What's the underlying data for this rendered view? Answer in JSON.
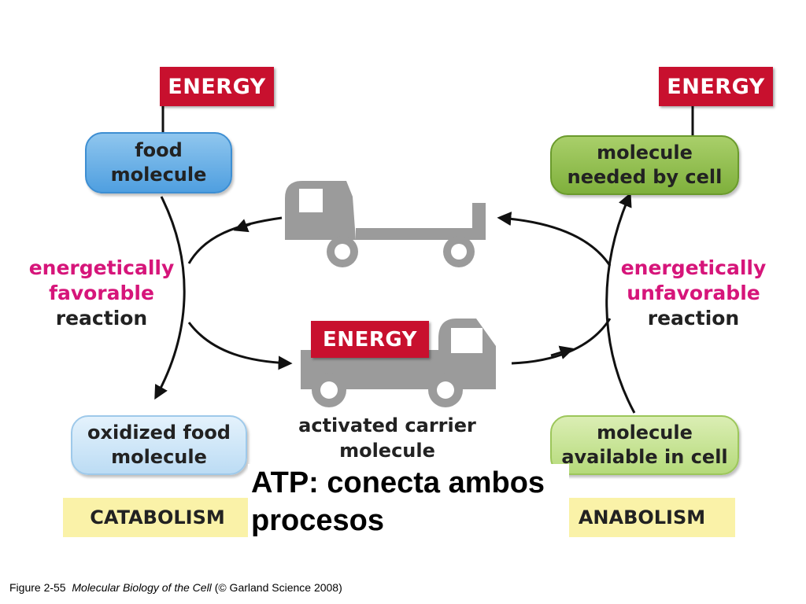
{
  "energy_label": "ENERGY",
  "catabolism": {
    "top_energy": "ENERGY",
    "start": "food\nmolecule",
    "end": "oxidized food\nmolecule",
    "reaction": {
      "line1": "energetically",
      "line2": "favorable",
      "line3": "reaction"
    },
    "process": "CATABOLISM"
  },
  "anabolism": {
    "top_energy": "ENERGY",
    "end": "molecule\nneeded by cell",
    "start": "molecule\navailable in cell",
    "reaction": {
      "line1": "energetically",
      "line2": "unfavorable",
      "line3": "reaction"
    },
    "process": "ANABOLISM"
  },
  "carrier": {
    "truck_cargo": "ENERGY",
    "label": "activated carrier\nmolecule"
  },
  "overlay_text": "ATP: conecta ambos\nprocesos",
  "caption": {
    "figure": "Figure 2-55",
    "book": "Molecular Biology of the Cell",
    "credit": "(© Garland Science 2008)"
  },
  "colors": {
    "energy_red": "#c8102e",
    "pink_text": "#d6157a",
    "truck_gray": "#9b9b9b",
    "food_blue": "#4f9fe0",
    "cell_green": "#7fb03c",
    "process_yellow": "#faf2a8"
  }
}
